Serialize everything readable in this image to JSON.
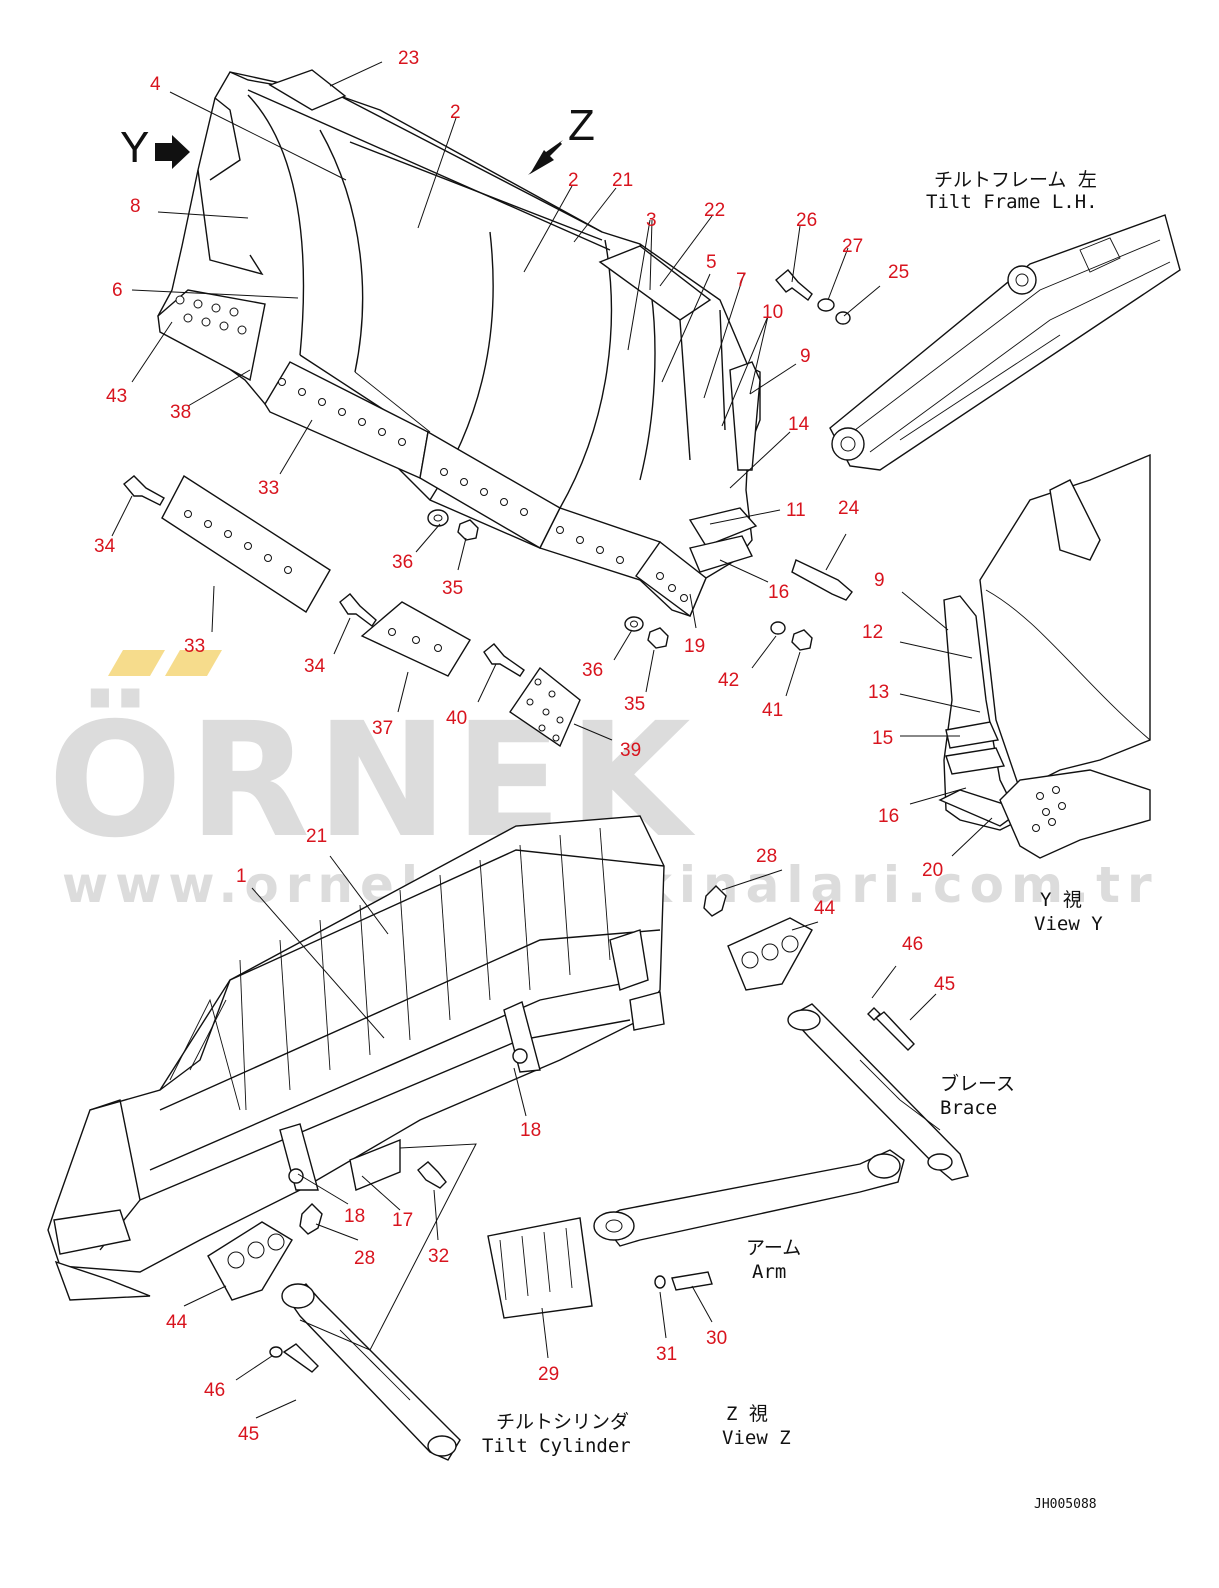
{
  "watermark": {
    "brand": "ÖRNEK",
    "url": "www.orneksismakinalari.com.tr",
    "accent_color": "#f6dc8c",
    "text_color": "#dcdcdc"
  },
  "view_letters": {
    "y": "Y",
    "z": "Z"
  },
  "captions": {
    "tilt_frame_jp": "チルトフレーム 左",
    "tilt_frame_en": "Tilt Frame L.H.",
    "view_y_jp": "Y 視",
    "view_y_en": "View Y",
    "brace_jp": "ブレース",
    "brace_en": "Brace",
    "arm_jp": "アーム",
    "arm_en": "Arm",
    "tilt_cylinder_jp": "チルトシリンダ",
    "tilt_cylinder_en": "Tilt Cylinder",
    "view_z_jp": "Z 視",
    "view_z_en": "View Z"
  },
  "drawing_code": "JH005088",
  "colors": {
    "part_number": "#d8141e",
    "line": "#111111"
  },
  "part_numbers": [
    "23",
    "4",
    "2",
    "8",
    "2",
    "21",
    "3",
    "22",
    "26",
    "27",
    "25",
    "5",
    "7",
    "6",
    "10",
    "9",
    "43",
    "38",
    "14",
    "33",
    "11",
    "24",
    "34",
    "36",
    "35",
    "16",
    "19",
    "9",
    "12",
    "33",
    "34",
    "36",
    "35",
    "42",
    "41",
    "13",
    "37",
    "40",
    "39",
    "15",
    "16",
    "20",
    "21",
    "28",
    "1",
    "44",
    "46",
    "45",
    "18",
    "18",
    "17",
    "28",
    "32",
    "44",
    "29",
    "31",
    "30",
    "46",
    "45"
  ]
}
